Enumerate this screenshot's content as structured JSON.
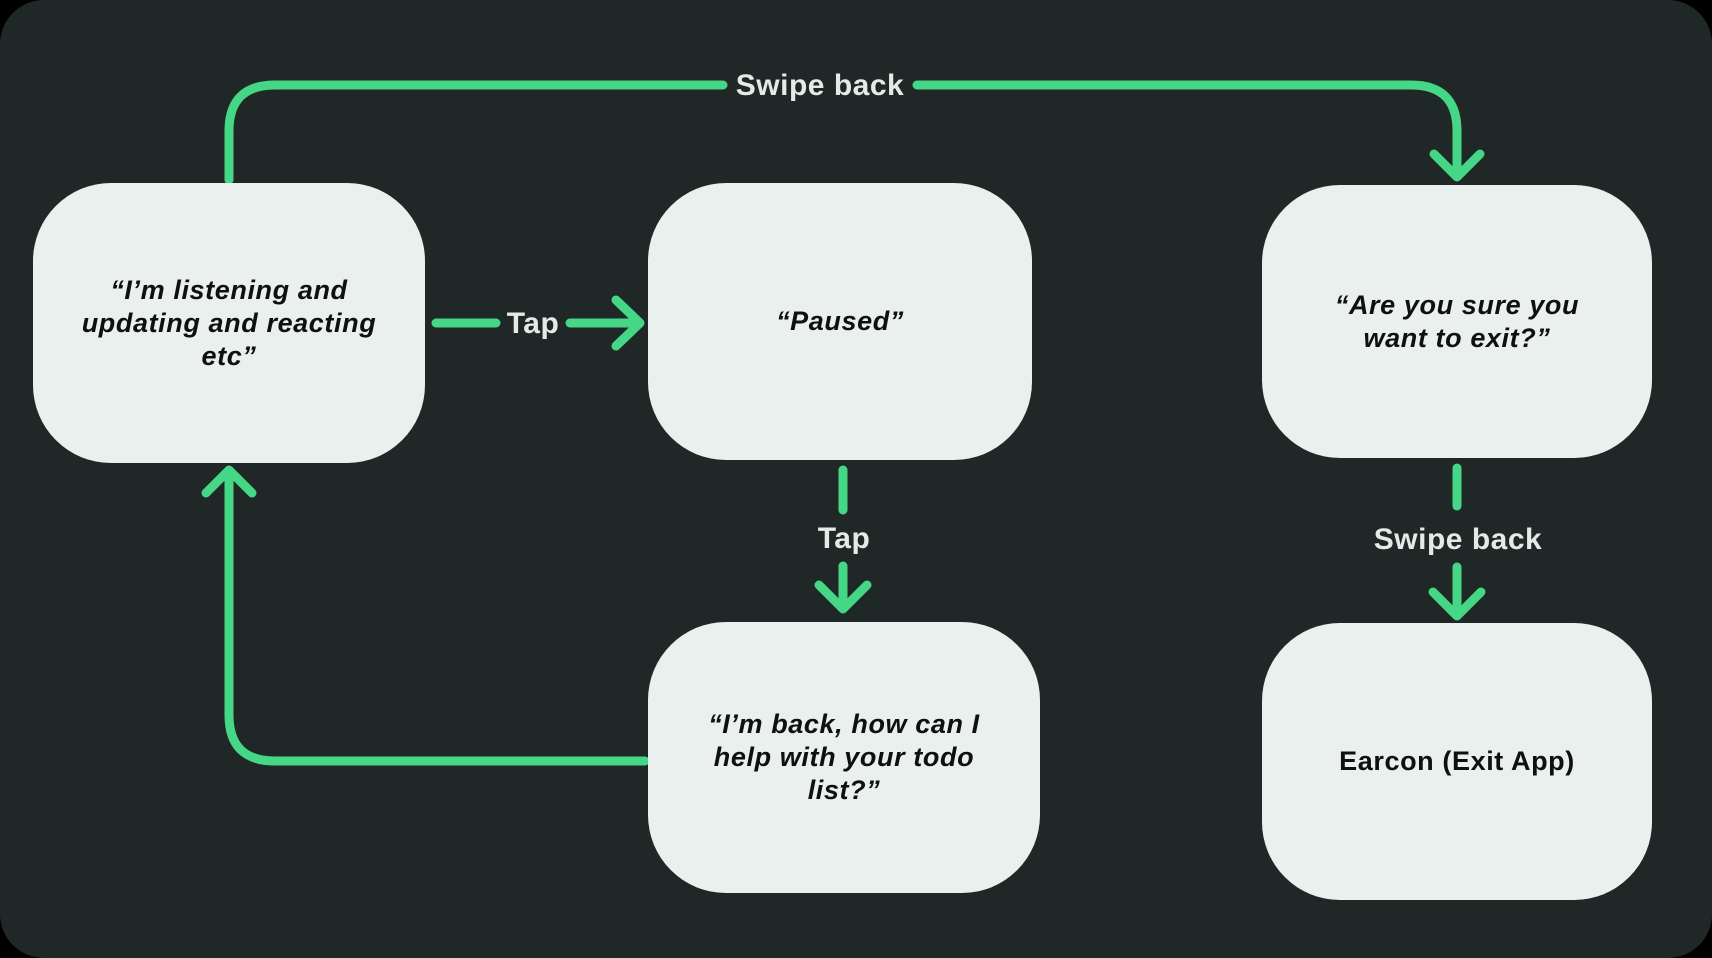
{
  "colors": {
    "background": "#1f2827",
    "outer_background": "#000000",
    "node_fill": "#e9f0ee",
    "node_text": "#10100f",
    "arrow_green": "#45d786",
    "label_text": "#e4eae8"
  },
  "nodes": [
    {
      "id": "listening",
      "text": "“I’m listening and\nupdating and reacting\netc”",
      "italic": true
    },
    {
      "id": "paused",
      "text": "“Paused”",
      "italic": true
    },
    {
      "id": "exit_confirm",
      "text": "“Are you sure you\nwant to exit?”",
      "italic": true
    },
    {
      "id": "back_helping",
      "text": "“I’m back, how can I\nhelp with your todo\nlist?”",
      "italic": true
    },
    {
      "id": "earcon_exit",
      "text": "Earcon (Exit App)",
      "italic": false
    }
  ],
  "edge_labels": [
    {
      "id": "swipe_back_top",
      "text": "Swipe back"
    },
    {
      "id": "tap_horizontal",
      "text": "Tap"
    },
    {
      "id": "tap_vertical",
      "text": "Tap"
    },
    {
      "id": "swipe_back_right",
      "text": "Swipe back"
    }
  ]
}
